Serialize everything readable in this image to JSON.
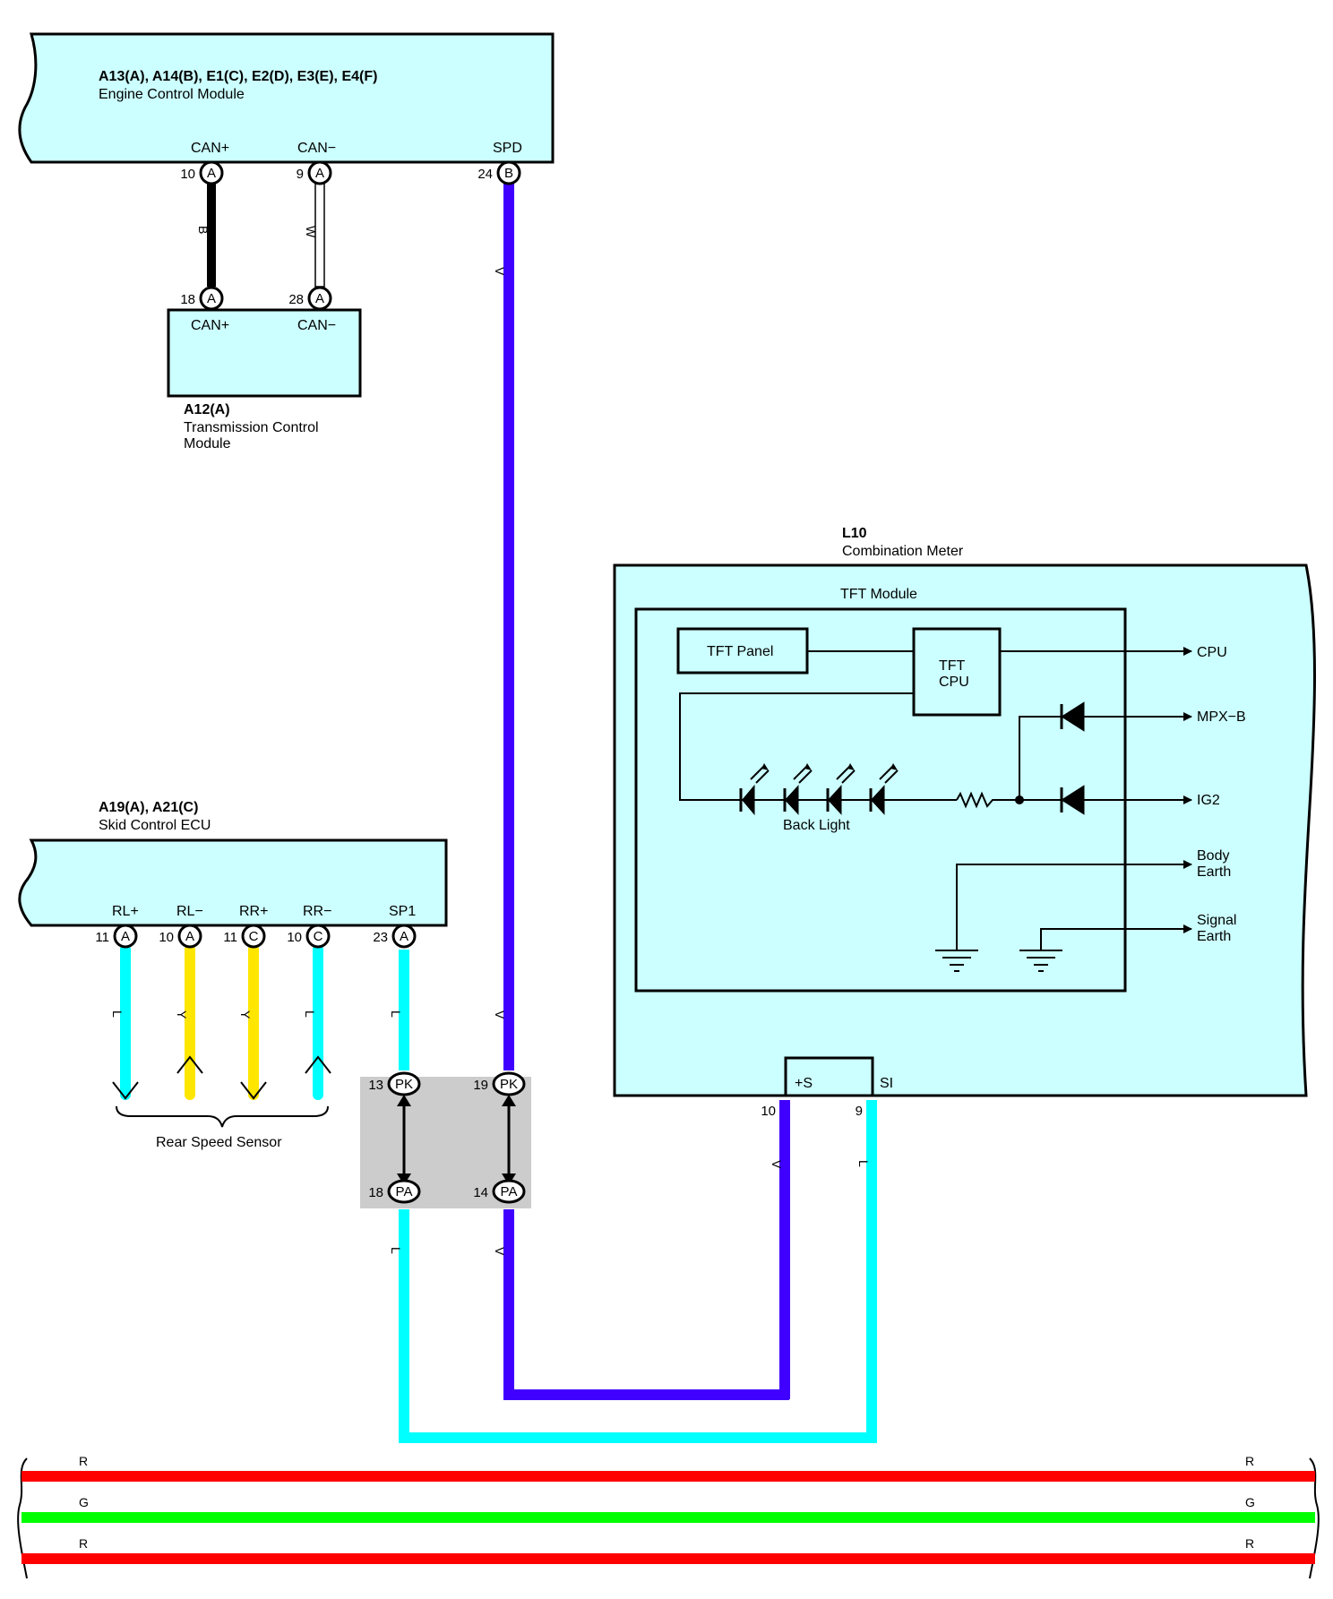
{
  "ecm": {
    "id": "A13(A), A14(B), E1(C), E2(D), E3(E), E4(F)",
    "name": "Engine Control Module",
    "pins": {
      "can_plus": "CAN+",
      "can_minus": "CAN−",
      "spd": "SPD"
    }
  },
  "tcm": {
    "id": "A12(A)",
    "name_line1": "Transmission Control",
    "name_line2": "Module",
    "pins": {
      "can_plus": "CAN+",
      "can_minus": "CAN−"
    }
  },
  "skid": {
    "id": "A19(A), A21(C)",
    "name": "Skid Control ECU",
    "pins": {
      "rl_plus": "RL+",
      "rl_minus": "RL−",
      "rr_plus": "RR+",
      "rr_minus": "RR−",
      "sp1": "SP1"
    }
  },
  "rear_sensor": "Rear Speed Sensor",
  "meter": {
    "id": "L10",
    "name": "Combination Meter",
    "module": "TFT Module",
    "tft_panel": "TFT Panel",
    "tft_cpu_1": "TFT",
    "tft_cpu_2": "CPU",
    "back_light": "Back Light",
    "out_cpu": "CPU",
    "out_mpxb": "MPX−B",
    "out_ig2": "IG2",
    "out_body_1": "Body",
    "out_body_2": "Earth",
    "out_signal_1": "Signal",
    "out_signal_2": "Earth",
    "term_s": "+S",
    "term_si": "SI"
  },
  "pin_numbers": {
    "ecm_can_plus": "10",
    "ecm_can_minus": "9",
    "ecm_spd": "24",
    "tcm_can_plus": "18",
    "tcm_can_minus": "28",
    "sk_rl_plus": "11",
    "sk_rl_minus": "10",
    "sk_rr_plus": "11",
    "sk_rr_minus": "10",
    "sk_sp1": "23",
    "pk_a": "13",
    "pk_b": "19",
    "pa_a": "18",
    "pa_b": "14",
    "meter_s": "10",
    "meter_si": "9"
  },
  "connector_letters": {
    "a": "A",
    "b": "B",
    "c": "C",
    "pk": "PK",
    "pa": "PA"
  },
  "wire_colors": {
    "b": "B",
    "w": "W",
    "v": "V",
    "l": "L",
    "y": "Y",
    "r": "R",
    "g": "G"
  },
  "colors": {
    "module_fill": "#ccffff",
    "violet": "#4000ff",
    "cyan": "#00ffff",
    "yellow": "#ffe600",
    "red": "#ff0000",
    "green": "#00ff00",
    "black": "#000000",
    "junction": "#cccccc"
  }
}
